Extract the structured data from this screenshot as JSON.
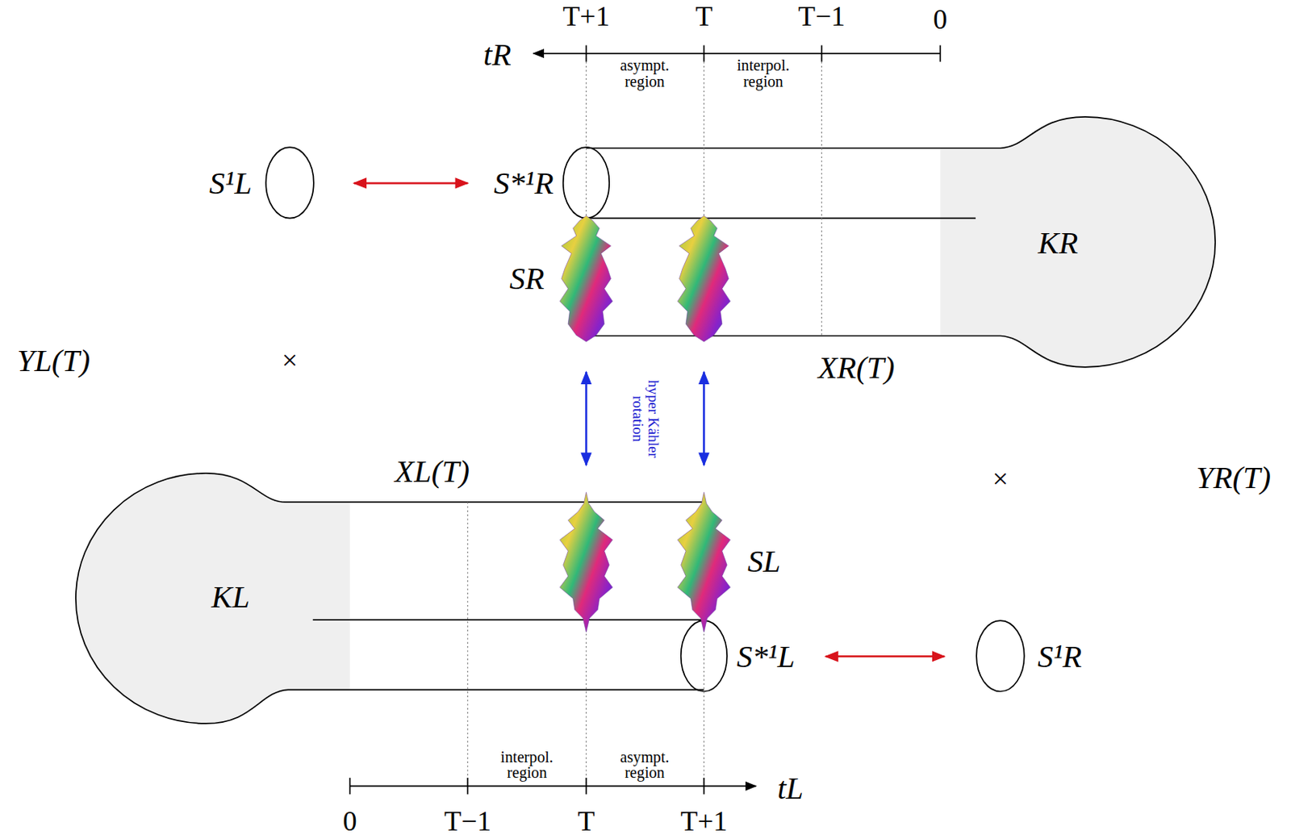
{
  "diagram": {
    "nodes": [
      {
        "text": [
          "KR"
        ]
      },
      {
        "text": [
          "KL"
        ]
      },
      {
        "text": [
          "S¹L"
        ]
      },
      {
        "text": [
          "S*¹R"
        ]
      },
      {
        "text": [
          "S*¹L"
        ]
      },
      {
        "text": [
          "S¹R"
        ]
      },
      {
        "text": [
          "SR"
        ]
      },
      {
        "text": [
          "SL"
        ]
      }
    ],
    "edges": [
      {
        "from": 2,
        "to": 3,
        "arrow": "both"
      },
      {
        "from": 4,
        "to": 5,
        "arrow": "both"
      },
      {
        "from": 6,
        "to": 7,
        "arrow": "both",
        "label": "hyper Kähler rotation"
      }
    ],
    "labels": [
      "T+1",
      "T",
      "T−1",
      "0",
      "tR",
      "asympt. region",
      "interpol. region",
      "YL(T)",
      "×",
      "XR(T)",
      "XL(T)",
      "×",
      "YR(T)",
      "0",
      "T−1",
      "T",
      "T+1",
      "tL",
      "interpol. region",
      "asympt. region"
    ]
  }
}
